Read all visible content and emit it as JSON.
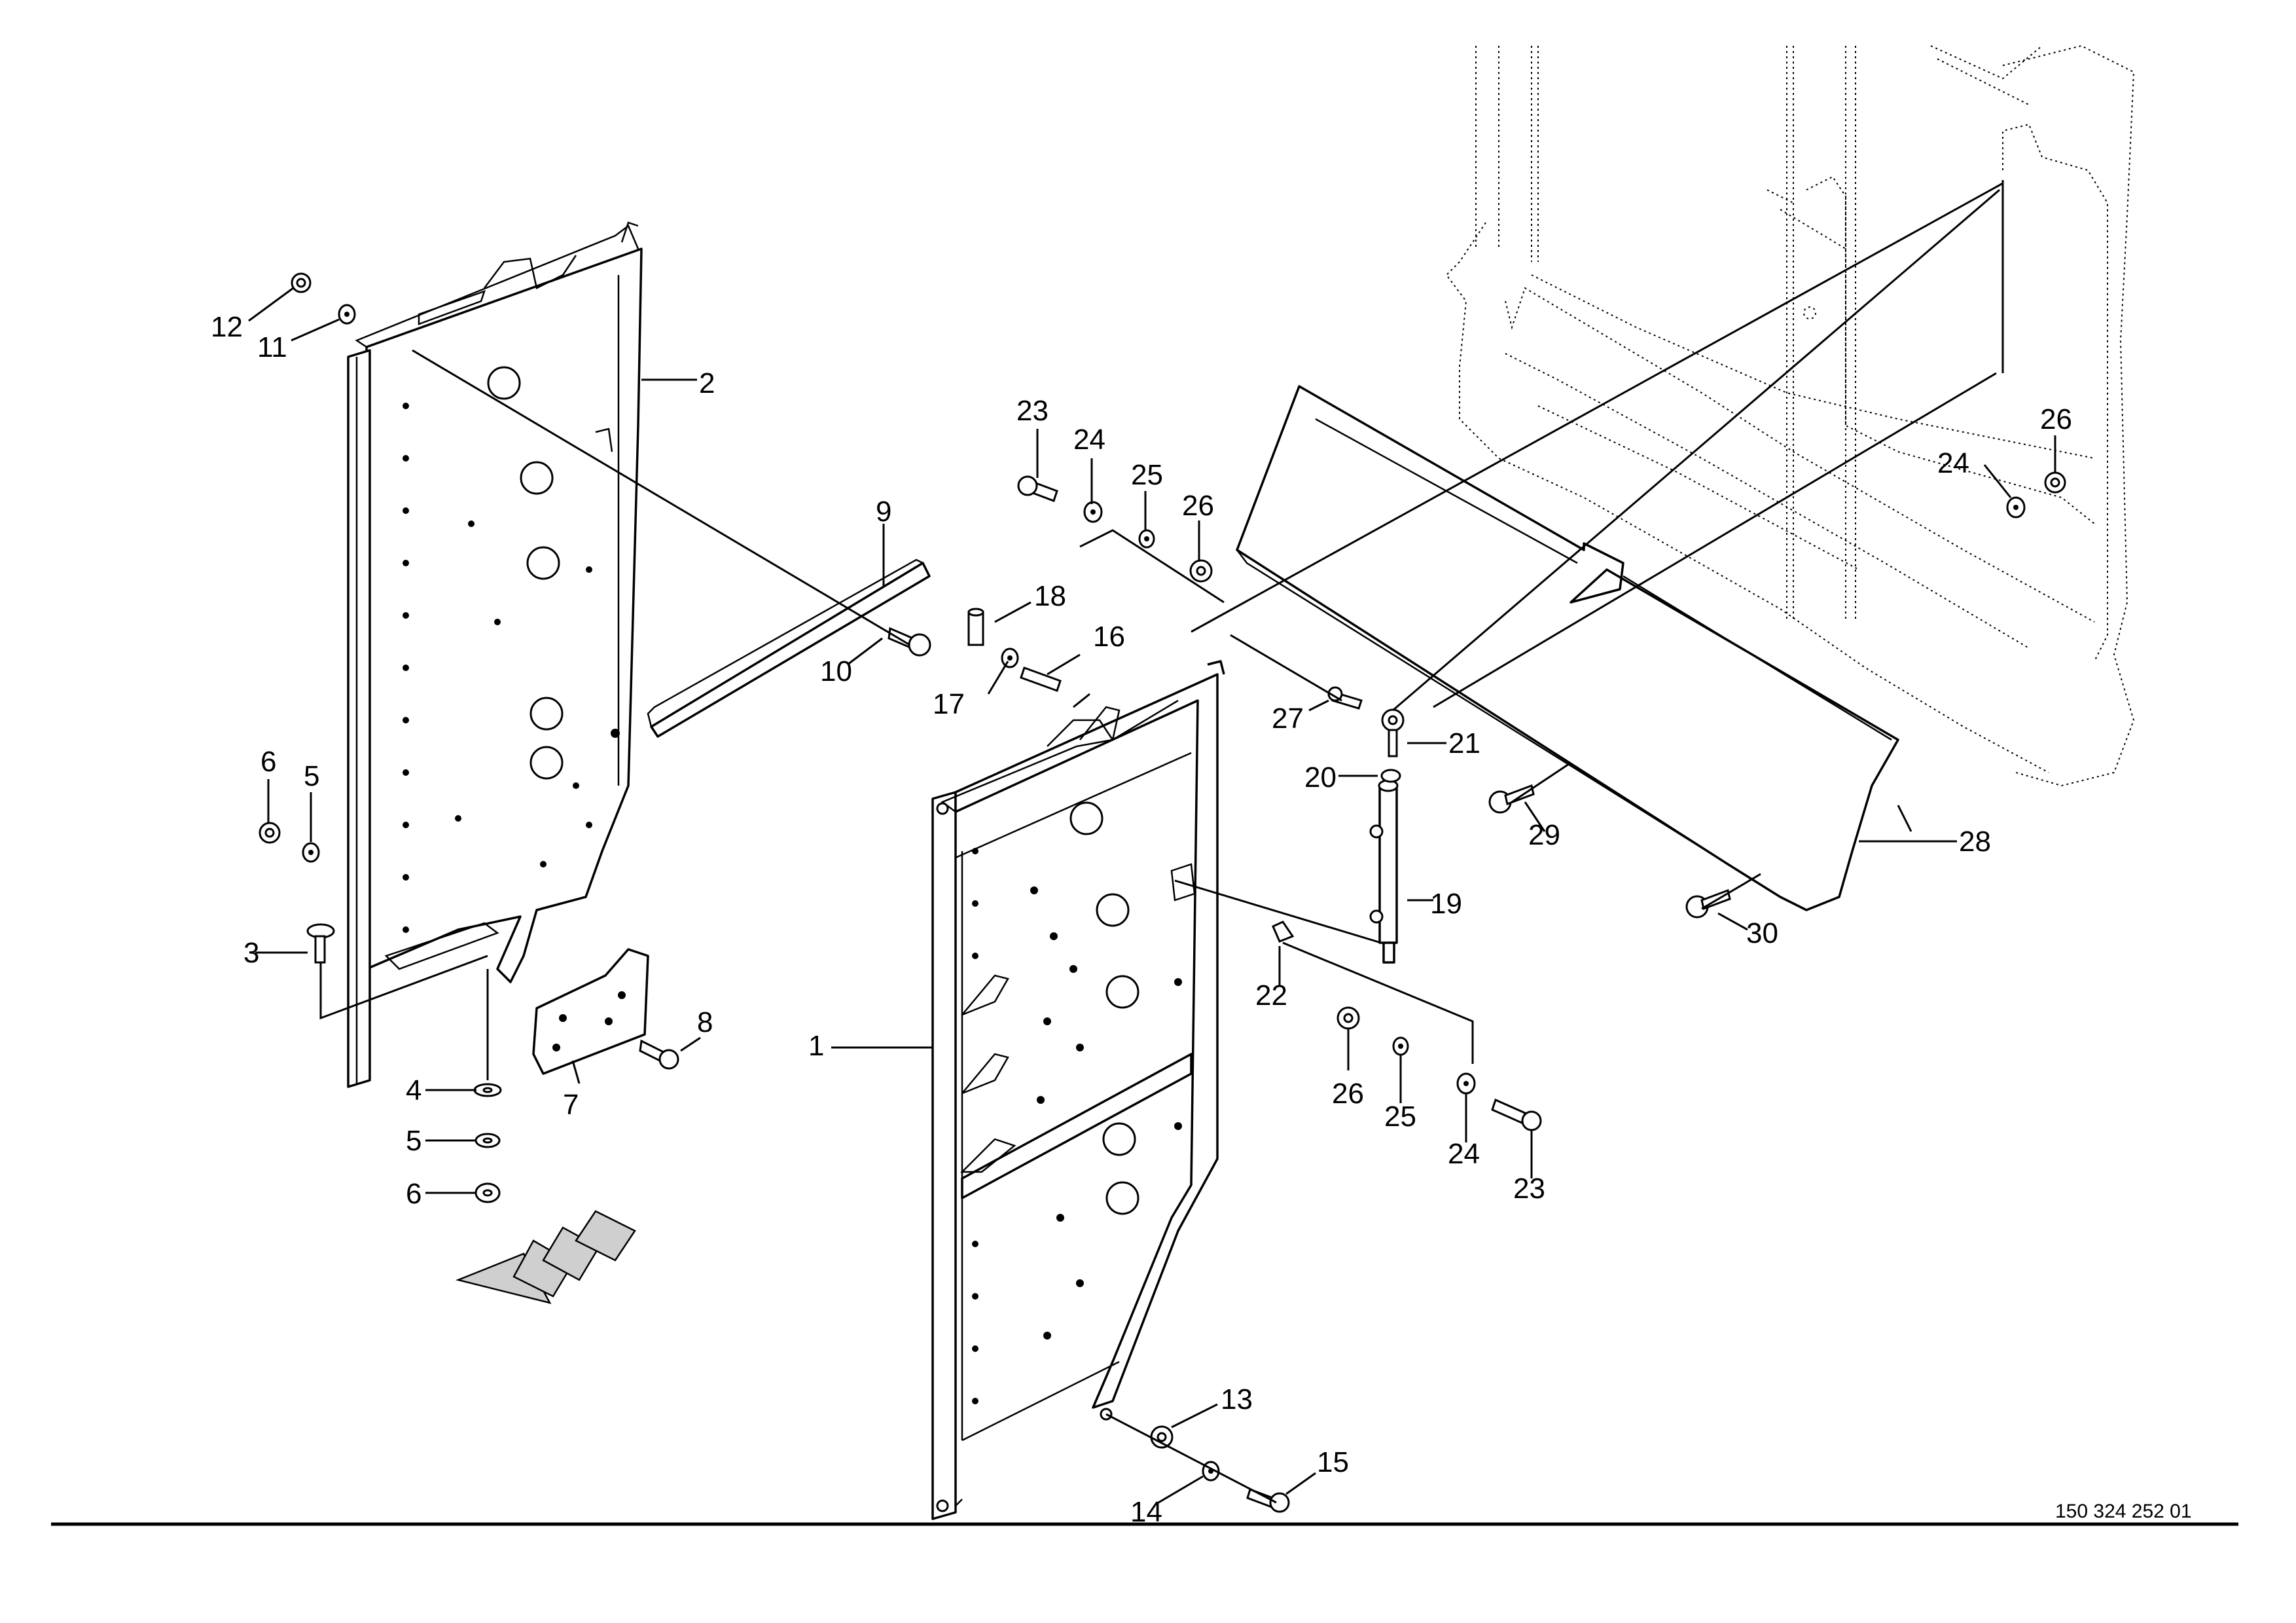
{
  "drawing_number": "150 324 252 01",
  "callouts": [
    {
      "id": "c1",
      "text": "1"
    },
    {
      "id": "c2",
      "text": "2"
    },
    {
      "id": "c3",
      "text": "3"
    },
    {
      "id": "c4",
      "text": "4"
    },
    {
      "id": "c5a",
      "text": "5"
    },
    {
      "id": "c5b",
      "text": "5"
    },
    {
      "id": "c6a",
      "text": "6"
    },
    {
      "id": "c6b",
      "text": "6"
    },
    {
      "id": "c7",
      "text": "7"
    },
    {
      "id": "c8",
      "text": "8"
    },
    {
      "id": "c9",
      "text": "9"
    },
    {
      "id": "c10",
      "text": "10"
    },
    {
      "id": "c11",
      "text": "11"
    },
    {
      "id": "c12",
      "text": "12"
    },
    {
      "id": "c13",
      "text": "13"
    },
    {
      "id": "c14",
      "text": "14"
    },
    {
      "id": "c15",
      "text": "15"
    },
    {
      "id": "c16",
      "text": "16"
    },
    {
      "id": "c17",
      "text": "17"
    },
    {
      "id": "c18",
      "text": "18"
    },
    {
      "id": "c19",
      "text": "19"
    },
    {
      "id": "c20",
      "text": "20"
    },
    {
      "id": "c21",
      "text": "21"
    },
    {
      "id": "c22",
      "text": "22"
    },
    {
      "id": "c23a",
      "text": "23"
    },
    {
      "id": "c23b",
      "text": "23"
    },
    {
      "id": "c24a",
      "text": "24"
    },
    {
      "id": "c24b",
      "text": "24"
    },
    {
      "id": "c24c",
      "text": "24"
    },
    {
      "id": "c25a",
      "text": "25"
    },
    {
      "id": "c25b",
      "text": "25"
    },
    {
      "id": "c26a",
      "text": "26"
    },
    {
      "id": "c26b",
      "text": "26"
    },
    {
      "id": "c26c",
      "text": "26"
    },
    {
      "id": "c27",
      "text": "27"
    },
    {
      "id": "c28",
      "text": "28"
    },
    {
      "id": "c29",
      "text": "29"
    },
    {
      "id": "c30",
      "text": "30"
    }
  ]
}
